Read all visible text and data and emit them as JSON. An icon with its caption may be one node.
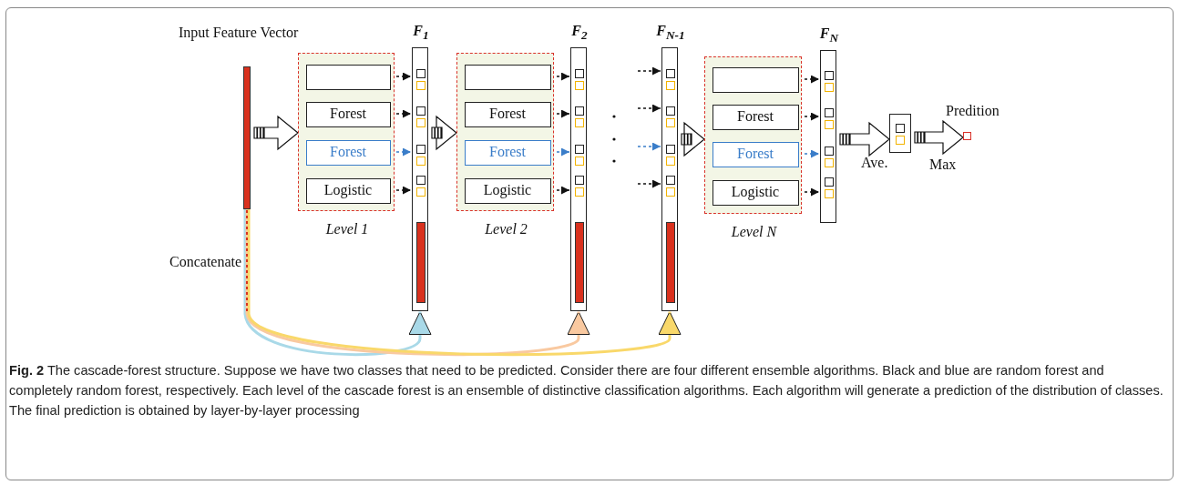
{
  "diagram": {
    "caption": "**Fig. 2** The cascade-forest structure. Suppose we have two classes that need to be predicted. Consider there are four different ensemble algorithms. Black and blue are random forest and completely random forest, respectively. Each level of the cascade forest is an ensemble of distinctive classification algorithms. Each algorithm will generate a prediction of the distribution of classes. The final prediction is obtained by layer-by-layer processing",
    "nodes": [
      {
        "text": [],
        "shape": "bar"
      },
      {
        "text": [
          "Level 1"
        ]
      },
      {
        "text": [],
        "shape": "box",
        "in": 1
      },
      {
        "text": [
          "Forest"
        ],
        "in": 1
      },
      {
        "text": [
          "Forest"
        ],
        "in": 1
      },
      {
        "text": [
          "Logistic"
        ],
        "in": 1
      },
      {
        "text": [
          "F$_{1}$"
        ]
      },
      {
        "text": [
          "Level 2"
        ]
      },
      {
        "text": [],
        "shape": "box",
        "in": 7
      },
      {
        "text": [
          "Forest"
        ],
        "in": 7
      },
      {
        "text": [
          "Forest"
        ],
        "in": 7
      },
      {
        "text": [
          "Logistic"
        ],
        "in": 7
      },
      {
        "text": [
          "F$_{2}$"
        ]
      },
      {
        "text": [
          "F$_{N-1}$"
        ]
      },
      {
        "text": [
          "Level N"
        ]
      },
      {
        "text": [],
        "shape": "box",
        "in": 14
      },
      {
        "text": [
          "Forest"
        ],
        "in": 14
      },
      {
        "text": [
          "Forest"
        ],
        "in": 14
      },
      {
        "text": [
          "Logistic"
        ],
        "in": 14
      },
      {
        "text": [
          "F$_{N}$"
        ]
      },
      {
        "text": [],
        "shape": "box"
      },
      {
        "text": [],
        "shape": "box",
        "beside": [
          "Predition"
        ]
      }
    ],
    "edges": [
      {
        "from": 0,
        "to": 1,
        "arrow": "to",
        "style": "thick"
      },
      {
        "from": 2,
        "to": 6,
        "arrow": "to",
        "style": "dashed"
      },
      {
        "from": 3,
        "to": 6,
        "arrow": "to",
        "style": "dashed"
      },
      {
        "from": 4,
        "to": 6,
        "arrow": "to",
        "style": "dashed",
        "color": "#3a7dc9"
      },
      {
        "from": 5,
        "to": 6,
        "arrow": "to",
        "style": "dashed"
      },
      {
        "from": 6,
        "to": 7,
        "arrow": "to",
        "style": "thick"
      },
      {
        "from": 8,
        "to": 12,
        "arrow": "to",
        "style": "dashed"
      },
      {
        "from": 9,
        "to": 12,
        "arrow": "to",
        "style": "dashed"
      },
      {
        "from": 10,
        "to": 12,
        "arrow": "to",
        "style": "dashed",
        "color": "#3a7dc9"
      },
      {
        "from": 11,
        "to": 12,
        "arrow": "to",
        "style": "dashed"
      },
      {
        "from": null,
        "to": 13,
        "arrow": "to",
        "style": "dashed"
      },
      {
        "from": null,
        "to": 13,
        "arrow": "to",
        "style": "dashed"
      },
      {
        "from": null,
        "to": 13,
        "arrow": "to",
        "style": "dashed",
        "color": "#3a7dc9"
      },
      {
        "from": null,
        "to": 13,
        "arrow": "to",
        "style": "dashed"
      },
      {
        "from": 13,
        "to": 14,
        "arrow": "to",
        "style": "thick"
      },
      {
        "from": 15,
        "to": 19,
        "arrow": "to",
        "style": "dashed"
      },
      {
        "from": 16,
        "to": 19,
        "arrow": "to",
        "style": "dashed"
      },
      {
        "from": 17,
        "to": 19,
        "arrow": "to",
        "style": "dashed",
        "color": "#3a7dc9"
      },
      {
        "from": 18,
        "to": 19,
        "arrow": "to",
        "style": "dashed"
      },
      {
        "from": 19,
        "to": 20,
        "arrow": "to",
        "style": "thick",
        "label": "Ave."
      },
      {
        "from": 20,
        "to": 21,
        "arrow": "to",
        "style": "thick",
        "label": "Max"
      },
      {
        "from": 0,
        "to": 6,
        "arrow": "to",
        "color": "#a9d9e8"
      },
      {
        "from": 0,
        "to": 12,
        "arrow": "to",
        "color": "#f9c9a0"
      },
      {
        "from": 0,
        "to": 13,
        "arrow": "to",
        "color": "#f9d86a"
      }
    ],
    "labels": [
      "Input Feature Vector",
      "Concatenate"
    ]
  }
}
